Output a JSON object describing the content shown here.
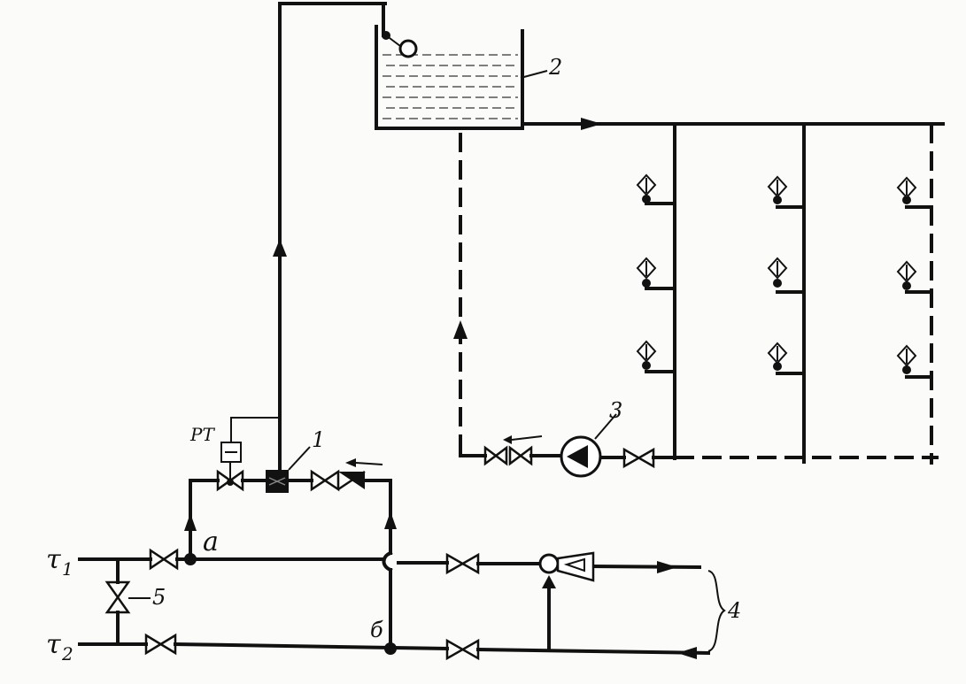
{
  "labels": {
    "t1": "τ",
    "t1_sub": "1",
    "t2": "τ",
    "t2_sub": "2",
    "a": "a",
    "b": "б",
    "rt": "PT",
    "n1": "1",
    "n2": "2",
    "n3": "3",
    "n4": "4",
    "n5": "5"
  },
  "colors": {
    "line": "#111111",
    "background": "#fbfbf9"
  }
}
